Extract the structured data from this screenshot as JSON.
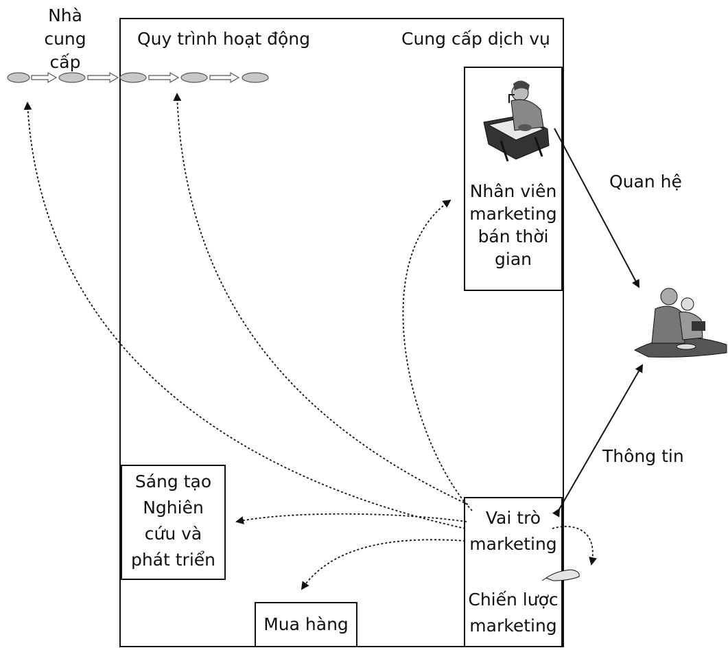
{
  "supplier": {
    "title_line1": "Nhà",
    "title_line2": "cung cấp"
  },
  "operations": {
    "title": "Quy trình hoạt động"
  },
  "service_delivery": {
    "title": "Cung cấp dịch vụ"
  },
  "part_time_marketer": {
    "line1": "Nhân viên",
    "line2": "marketing",
    "line3": "bán thời",
    "line4": "gian"
  },
  "relationship": {
    "label": "Quan hệ"
  },
  "information": {
    "label": "Thông tin"
  },
  "marketing_role": {
    "line1": "Vai trò",
    "line2": "marketing"
  },
  "marketing_strategy": {
    "line1": "Chiến lược",
    "line2": "marketing"
  },
  "rd": {
    "line1": "Sáng tạo",
    "line2": "Nghiên",
    "line3": "cứu và",
    "line4": "phát triển"
  },
  "purchasing": {
    "label": "Mua hàng"
  },
  "icons": [
    "process-node-icon",
    "process-arrow-icon",
    "seated-clerk-icon",
    "customers-icon",
    "flying-object-icon"
  ]
}
